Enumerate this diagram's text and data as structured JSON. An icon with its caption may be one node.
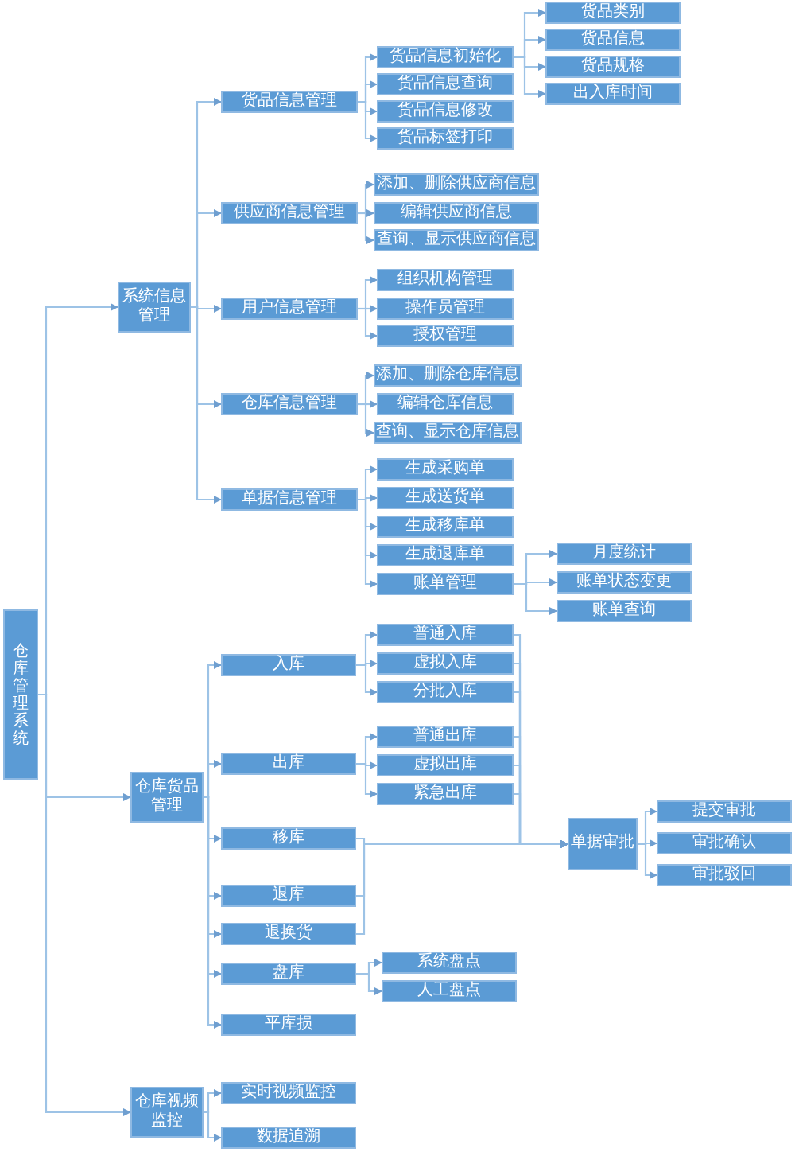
{
  "diagram": {
    "nodes": [
      {
        "text": [
          "仓库管理系统"
        ]
      },
      {
        "text": [
          "系统信息管理"
        ]
      },
      {
        "text": [
          "货品信息管理"
        ]
      },
      {
        "text": [
          "货品信息初始化"
        ]
      },
      {
        "text": [
          "货品类别"
        ]
      },
      {
        "text": [
          "货品信息"
        ]
      },
      {
        "text": [
          "货品规格"
        ]
      },
      {
        "text": [
          "出入库时间"
        ]
      },
      {
        "text": [
          "货品信息查询"
        ]
      },
      {
        "text": [
          "货品信息修改"
        ]
      },
      {
        "text": [
          "货品标签打印"
        ]
      },
      {
        "text": [
          "供应商信息管理"
        ]
      },
      {
        "text": [
          "添加、删除供应商信息"
        ]
      },
      {
        "text": [
          "编辑供应商信息"
        ]
      },
      {
        "text": [
          "查询、显示供应商信息"
        ]
      },
      {
        "text": [
          "用户信息管理"
        ]
      },
      {
        "text": [
          "组织机构管理"
        ]
      },
      {
        "text": [
          "操作员管理"
        ]
      },
      {
        "text": [
          "授权管理"
        ]
      },
      {
        "text": [
          "仓库信息管理"
        ]
      },
      {
        "text": [
          "添加、删除仓库信息"
        ]
      },
      {
        "text": [
          "编辑仓库信息"
        ]
      },
      {
        "text": [
          "查询、显示仓库信息"
        ]
      },
      {
        "text": [
          "单据信息管理"
        ]
      },
      {
        "text": [
          "生成采购单"
        ]
      },
      {
        "text": [
          "生成送货单"
        ]
      },
      {
        "text": [
          "生成移库单"
        ]
      },
      {
        "text": [
          "生成退库单"
        ]
      },
      {
        "text": [
          "账单管理"
        ]
      },
      {
        "text": [
          "月度统计"
        ]
      },
      {
        "text": [
          "账单状态变更"
        ]
      },
      {
        "text": [
          "账单查询"
        ]
      },
      {
        "text": [
          "仓库货品管理"
        ]
      },
      {
        "text": [
          "入库"
        ]
      },
      {
        "text": [
          "普通入库"
        ]
      },
      {
        "text": [
          "虚拟入库"
        ]
      },
      {
        "text": [
          "分批入库"
        ]
      },
      {
        "text": [
          "出库"
        ]
      },
      {
        "text": [
          "普通出库"
        ]
      },
      {
        "text": [
          "虚拟出库"
        ]
      },
      {
        "text": [
          "紧急出库"
        ]
      },
      {
        "text": [
          "移库"
        ]
      },
      {
        "text": [
          "退库"
        ]
      },
      {
        "text": [
          "退换货"
        ]
      },
      {
        "text": [
          "盘库"
        ]
      },
      {
        "text": [
          "系统盘点"
        ]
      },
      {
        "text": [
          "人工盘点"
        ]
      },
      {
        "text": [
          "平库损"
        ]
      },
      {
        "text": [
          "单据审批"
        ]
      },
      {
        "text": [
          "提交审批"
        ]
      },
      {
        "text": [
          "审批确认"
        ]
      },
      {
        "text": [
          "审批驳回"
        ]
      },
      {
        "text": [
          "仓库视频监控"
        ]
      },
      {
        "text": [
          "实时视频监控"
        ]
      },
      {
        "text": [
          "数据追溯"
        ]
      }
    ],
    "edges": [
      {
        "from": 0,
        "to": 1,
        "arrow": "to"
      },
      {
        "from": 0,
        "to": 32,
        "arrow": "to"
      },
      {
        "from": 0,
        "to": 52,
        "arrow": "to"
      },
      {
        "from": 1,
        "to": 2,
        "arrow": "to"
      },
      {
        "from": 1,
        "to": 11,
        "arrow": "to"
      },
      {
        "from": 1,
        "to": 15,
        "arrow": "to"
      },
      {
        "from": 1,
        "to": 19,
        "arrow": "to"
      },
      {
        "from": 1,
        "to": 23,
        "arrow": "to"
      },
      {
        "from": 2,
        "to": 3,
        "arrow": "to"
      },
      {
        "from": 2,
        "to": 8,
        "arrow": "to"
      },
      {
        "from": 2,
        "to": 9,
        "arrow": "to"
      },
      {
        "from": 2,
        "to": 10,
        "arrow": "to"
      },
      {
        "from": 3,
        "to": 4,
        "arrow": "to"
      },
      {
        "from": 3,
        "to": 5,
        "arrow": "to"
      },
      {
        "from": 3,
        "to": 6,
        "arrow": "to"
      },
      {
        "from": 3,
        "to": 7,
        "arrow": "to"
      },
      {
        "from": 11,
        "to": 12,
        "arrow": "to"
      },
      {
        "from": 11,
        "to": 13,
        "arrow": "to"
      },
      {
        "from": 11,
        "to": 14,
        "arrow": "to"
      },
      {
        "from": 15,
        "to": 16,
        "arrow": "to"
      },
      {
        "from": 15,
        "to": 17,
        "arrow": "to"
      },
      {
        "from": 15,
        "to": 18,
        "arrow": "to"
      },
      {
        "from": 19,
        "to": 20,
        "arrow": "to"
      },
      {
        "from": 19,
        "to": 21,
        "arrow": "to"
      },
      {
        "from": 19,
        "to": 22,
        "arrow": "to"
      },
      {
        "from": 23,
        "to": 24,
        "arrow": "to"
      },
      {
        "from": 23,
        "to": 25,
        "arrow": "to"
      },
      {
        "from": 23,
        "to": 26,
        "arrow": "to"
      },
      {
        "from": 23,
        "to": 27,
        "arrow": "to"
      },
      {
        "from": 23,
        "to": 28,
        "arrow": "to"
      },
      {
        "from": 28,
        "to": 29,
        "arrow": "to"
      },
      {
        "from": 28,
        "to": 30,
        "arrow": "to"
      },
      {
        "from": 28,
        "to": 31,
        "arrow": "to"
      },
      {
        "from": 32,
        "to": 33,
        "arrow": "to"
      },
      {
        "from": 32,
        "to": 37,
        "arrow": "to"
      },
      {
        "from": 32,
        "to": 41,
        "arrow": "to"
      },
      {
        "from": 32,
        "to": 42,
        "arrow": "to"
      },
      {
        "from": 32,
        "to": 43,
        "arrow": "to"
      },
      {
        "from": 32,
        "to": 44,
        "arrow": "to"
      },
      {
        "from": 32,
        "to": 47,
        "arrow": "to"
      },
      {
        "from": 33,
        "to": 34,
        "arrow": "to"
      },
      {
        "from": 33,
        "to": 35,
        "arrow": "to"
      },
      {
        "from": 33,
        "to": 36,
        "arrow": "to"
      },
      {
        "from": 37,
        "to": 38,
        "arrow": "to"
      },
      {
        "from": 37,
        "to": 39,
        "arrow": "to"
      },
      {
        "from": 37,
        "to": 40,
        "arrow": "to"
      },
      {
        "from": 34,
        "to": 48,
        "arrow": "to"
      },
      {
        "from": 35,
        "to": 48,
        "arrow": "to"
      },
      {
        "from": 36,
        "to": 48,
        "arrow": "to"
      },
      {
        "from": 38,
        "to": 48,
        "arrow": "to"
      },
      {
        "from": 39,
        "to": 48,
        "arrow": "to"
      },
      {
        "from": 40,
        "to": 48,
        "arrow": "to"
      },
      {
        "from": 41,
        "to": 48,
        "arrow": "to"
      },
      {
        "from": 42,
        "to": 48,
        "arrow": "to"
      },
      {
        "from": 43,
        "to": 48,
        "arrow": "to"
      },
      {
        "from": 44,
        "to": 45,
        "arrow": "to"
      },
      {
        "from": 44,
        "to": 46,
        "arrow": "to"
      },
      {
        "from": 48,
        "to": 49,
        "arrow": "to"
      },
      {
        "from": 48,
        "to": 50,
        "arrow": "to"
      },
      {
        "from": 48,
        "to": 51,
        "arrow": "to"
      },
      {
        "from": 52,
        "to": 53,
        "arrow": "to"
      },
      {
        "from": 52,
        "to": 54,
        "arrow": "to"
      }
    ]
  }
}
